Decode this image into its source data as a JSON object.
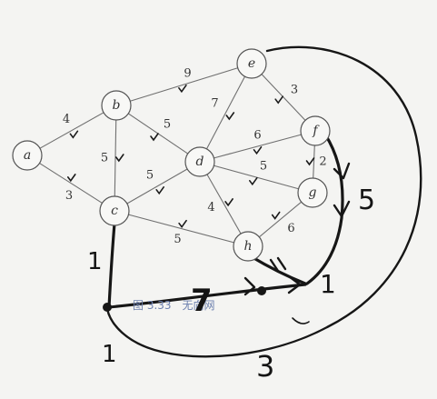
{
  "diagram": {
    "caption": "图 3.33　无向网",
    "nodes": [
      {
        "id": "a",
        "label": "a"
      },
      {
        "id": "b",
        "label": "b"
      },
      {
        "id": "c",
        "label": "c"
      },
      {
        "id": "d",
        "label": "d"
      },
      {
        "id": "e",
        "label": "e"
      },
      {
        "id": "f",
        "label": "f"
      },
      {
        "id": "g",
        "label": "g"
      },
      {
        "id": "h",
        "label": "h"
      }
    ],
    "edges": [
      {
        "from": "a",
        "to": "b",
        "weight": "4"
      },
      {
        "from": "a",
        "to": "c",
        "weight": "3"
      },
      {
        "from": "b",
        "to": "e",
        "weight": "9"
      },
      {
        "from": "b",
        "to": "c",
        "weight": "5"
      },
      {
        "from": "b",
        "to": "d",
        "weight": "5"
      },
      {
        "from": "c",
        "to": "d",
        "weight": "5"
      },
      {
        "from": "c",
        "to": "h",
        "weight": "5"
      },
      {
        "from": "d",
        "to": "e",
        "weight": "7"
      },
      {
        "from": "d",
        "to": "f",
        "weight": "6"
      },
      {
        "from": "d",
        "to": "g",
        "weight": "5"
      },
      {
        "from": "d",
        "to": "h",
        "weight": "4"
      },
      {
        "from": "e",
        "to": "f",
        "weight": "3"
      },
      {
        "from": "f",
        "to": "g",
        "weight": "2"
      },
      {
        "from": "g",
        "to": "h",
        "weight": "6"
      }
    ]
  },
  "annotations": {
    "handwritten": [
      {
        "id": "left",
        "text": "1"
      },
      {
        "id": "bottom-left",
        "text": "1"
      },
      {
        "id": "middle",
        "text": "7"
      },
      {
        "id": "right-mid",
        "text": "5"
      },
      {
        "id": "right-low",
        "text": "1"
      },
      {
        "id": "bottom",
        "text": "3"
      }
    ],
    "ink_color": "#161616"
  }
}
